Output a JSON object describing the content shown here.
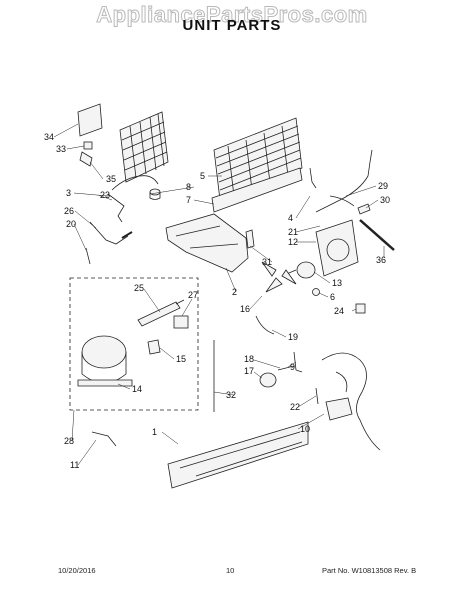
{
  "watermark": "AppliancePartsPros.com",
  "title": "UNIT PARTS",
  "callouts": [
    "1",
    "2",
    "3",
    "4",
    "5",
    "6",
    "7",
    "8",
    "9",
    "10",
    "11",
    "12",
    "13",
    "14",
    "15",
    "16",
    "17",
    "18",
    "19",
    "20",
    "21",
    "22",
    "23",
    "24",
    "25",
    "26",
    "27",
    "28",
    "29",
    "30",
    "31",
    "32",
    "33",
    "34",
    "35",
    "36"
  ],
  "footer": {
    "date": "10/20/2016",
    "page": "10",
    "part_no": "Part No. W10813508  Rev. B"
  },
  "colors": {
    "line": "#222222",
    "fill": "#f4f4f4",
    "watermark_outline": "#b9b9b9"
  }
}
